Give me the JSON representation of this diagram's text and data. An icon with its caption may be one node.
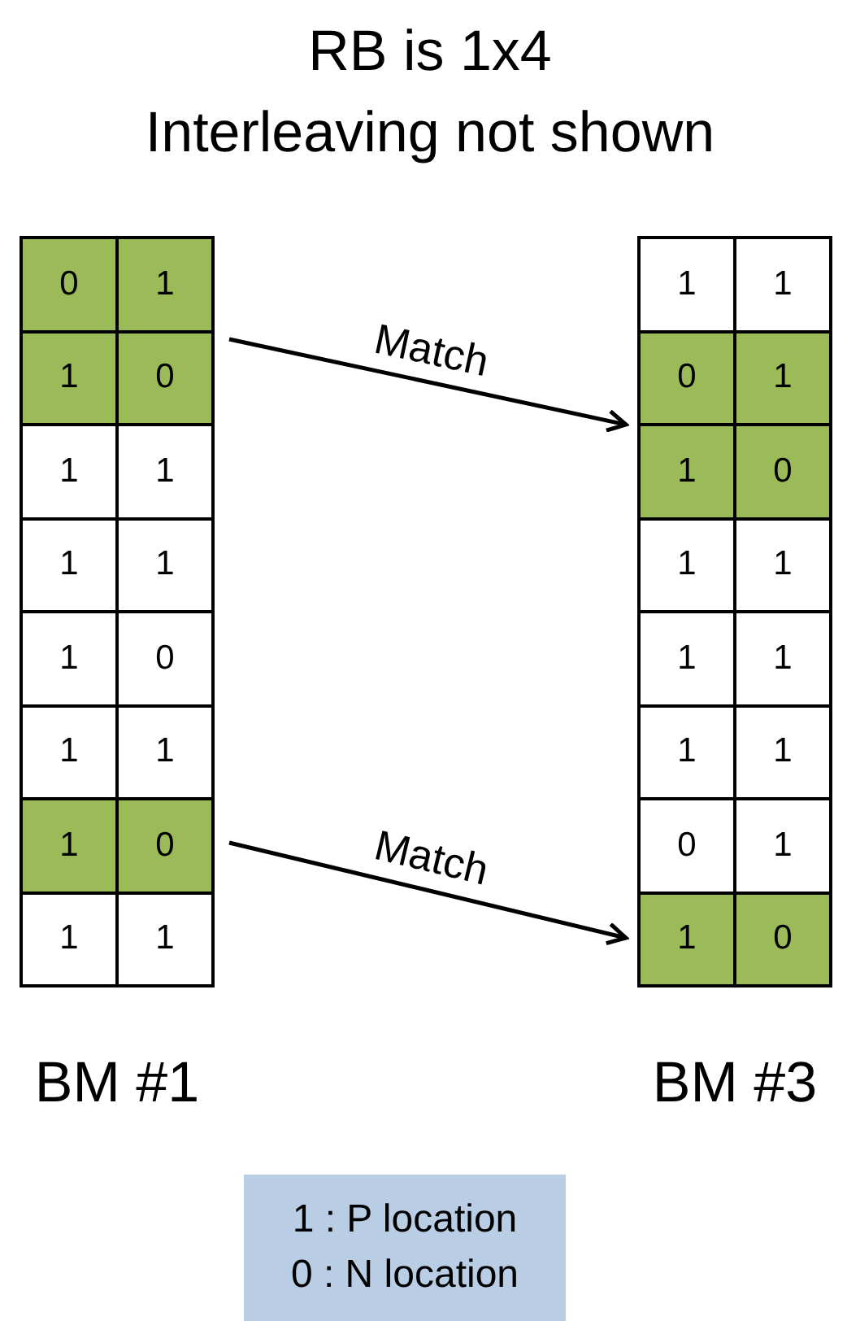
{
  "diagram": {
    "title": "RB is 1x4",
    "nodes": [
      {
        "text": [
          "BM #1"
        ]
      },
      {
        "text": [
          "0",
          "1"
        ],
        "in": 0
      },
      {
        "text": [
          "1",
          "0"
        ],
        "in": 0
      },
      {
        "text": [
          "1",
          "1"
        ],
        "in": 0
      },
      {
        "text": [
          "1",
          "1"
        ],
        "in": 0
      },
      {
        "text": [
          "1",
          "0"
        ],
        "in": 0
      },
      {
        "text": [
          "1",
          "1"
        ],
        "in": 0
      },
      {
        "text": [
          "1",
          "0"
        ],
        "in": 0
      },
      {
        "text": [
          "1",
          "1"
        ],
        "in": 0
      },
      {
        "text": [
          "BM #3"
        ]
      },
      {
        "text": [
          "1",
          "1"
        ],
        "in": 9
      },
      {
        "text": [
          "0",
          "1"
        ],
        "in": 9
      },
      {
        "text": [
          "1",
          "0"
        ],
        "in": 9
      },
      {
        "text": [
          "1",
          "1"
        ],
        "in": 9
      },
      {
        "text": [
          "1",
          "1"
        ],
        "in": 9
      },
      {
        "text": [
          "1",
          "1"
        ],
        "in": 9
      },
      {
        "text": [
          "0",
          "1"
        ],
        "in": 9
      },
      {
        "text": [
          "1",
          "0"
        ],
        "in": 9
      },
      {
        "text": [
          "1 : P location",
          "0 : N location"
        ]
      }
    ],
    "edges": [
      {
        "from": 2,
        "to": 12,
        "arrow": "to",
        "label": "Match"
      },
      {
        "from": 7,
        "to": 17,
        "arrow": "to",
        "label": "Match"
      }
    ],
    "labels": [
      "Interleaving not shown"
    ]
  }
}
